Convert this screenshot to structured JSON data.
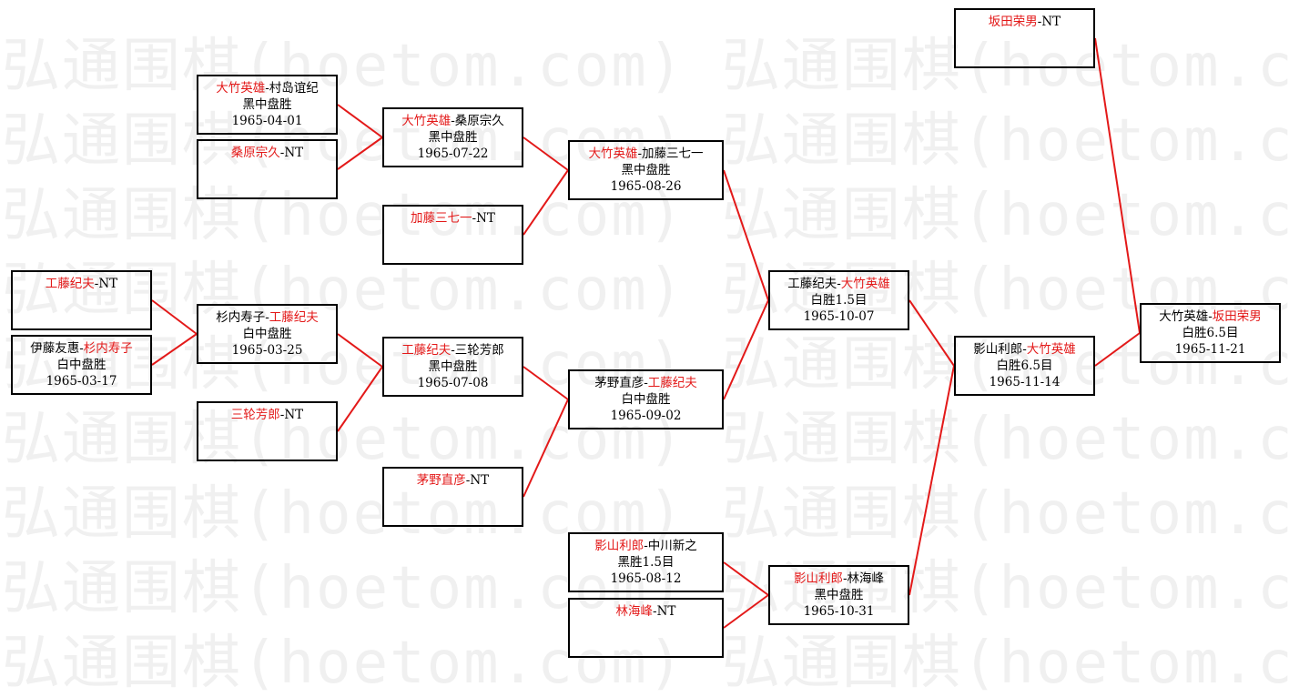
{
  "watermark": "弘通围棋(hoetom.com) 弘通围棋(hoetom.com) 弘通围棋(hoetom.com) 弘通",
  "colors": {
    "winner": "#e31919",
    "line": "#e31919",
    "border": "#000000"
  },
  "matches": [
    {
      "id": "m1",
      "p1": "大竹英雄",
      "p2": "村岛谊纪",
      "winner": 1,
      "result": "黑中盘胜",
      "date": "1965-04-01"
    },
    {
      "id": "m2",
      "p1": "桑原宗久",
      "p2": "NT",
      "winner": 1,
      "result": "",
      "date": ""
    },
    {
      "id": "m3",
      "p1": "大竹英雄",
      "p2": "桑原宗久",
      "winner": 1,
      "result": "黑中盘胜",
      "date": "1965-07-22"
    },
    {
      "id": "m4",
      "p1": "加藤三七一",
      "p2": "NT",
      "winner": 1,
      "result": "",
      "date": ""
    },
    {
      "id": "m5",
      "p1": "大竹英雄",
      "p2": "加藤三七一",
      "winner": 1,
      "result": "黑中盘胜",
      "date": "1965-08-26"
    },
    {
      "id": "m6",
      "p1": "工藤纪夫",
      "p2": "NT",
      "winner": 1,
      "result": "",
      "date": ""
    },
    {
      "id": "m7",
      "p1": "伊藤友惠",
      "p2": "杉内寿子",
      "winner": 2,
      "result": "白中盘胜",
      "date": "1965-03-17"
    },
    {
      "id": "m8",
      "p1": "杉内寿子",
      "p2": "工藤纪夫",
      "winner": 2,
      "result": "白中盘胜",
      "date": "1965-03-25"
    },
    {
      "id": "m9",
      "p1": "三轮芳郎",
      "p2": "NT",
      "winner": 1,
      "result": "",
      "date": ""
    },
    {
      "id": "m10",
      "p1": "工藤纪夫",
      "p2": "三轮芳郎",
      "winner": 1,
      "result": "黑中盘胜",
      "date": "1965-07-08"
    },
    {
      "id": "m11",
      "p1": "茅野直彦",
      "p2": "NT",
      "winner": 1,
      "result": "",
      "date": ""
    },
    {
      "id": "m12",
      "p1": "茅野直彦",
      "p2": "工藤纪夫",
      "winner": 2,
      "result": "白中盘胜",
      "date": "1965-09-02"
    },
    {
      "id": "m13",
      "p1": "工藤纪夫",
      "p2": "大竹英雄",
      "winner": 2,
      "result": "白胜1.5目",
      "date": "1965-10-07"
    },
    {
      "id": "m14",
      "p1": "影山利郎",
      "p2": "中川新之",
      "winner": 1,
      "result": "黑胜1.5目",
      "date": "1965-08-12"
    },
    {
      "id": "m15",
      "p1": "林海峰",
      "p2": "NT",
      "winner": 1,
      "result": "",
      "date": ""
    },
    {
      "id": "m16",
      "p1": "影山利郎",
      "p2": "林海峰",
      "winner": 1,
      "result": "黑中盘胜",
      "date": "1965-10-31"
    },
    {
      "id": "m17",
      "p1": "影山利郎",
      "p2": "大竹英雄",
      "winner": 2,
      "result": "白胜6.5目",
      "date": "1965-11-14"
    },
    {
      "id": "m18",
      "p1": "坂田荣男",
      "p2": "NT",
      "winner": 1,
      "result": "",
      "date": ""
    },
    {
      "id": "m19",
      "p1": "大竹英雄",
      "p2": "坂田荣男",
      "winner": 2,
      "result": "白胜6.5目",
      "date": "1965-11-21"
    }
  ]
}
